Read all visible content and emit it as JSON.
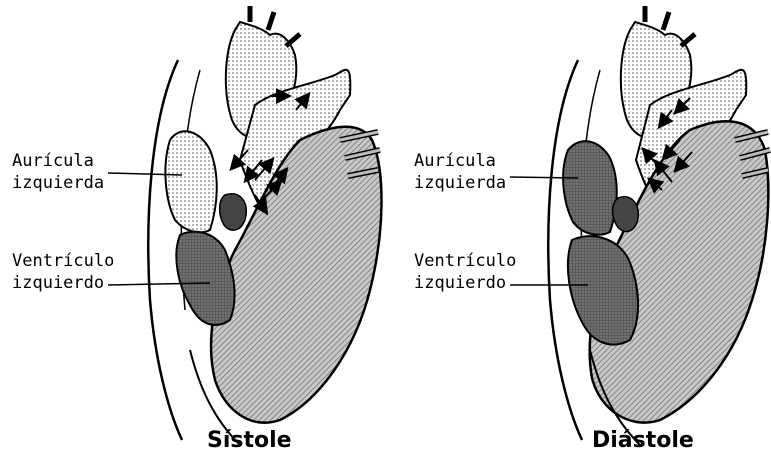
{
  "panels": [
    {
      "id": "systole",
      "caption": "Sístole",
      "labels": {
        "atrium_line1": "Aurícula",
        "atrium_line2": "izquierda",
        "ventricle_line1": "Ventrículo",
        "ventricle_line2": "izquierdo"
      }
    },
    {
      "id": "diastole",
      "caption": "Diástole",
      "labels": {
        "atrium_line1": "Aurícula",
        "atrium_line2": "izquierda",
        "ventricle_line1": "Ventrículo",
        "ventricle_line2": "izquierdo"
      }
    }
  ]
}
